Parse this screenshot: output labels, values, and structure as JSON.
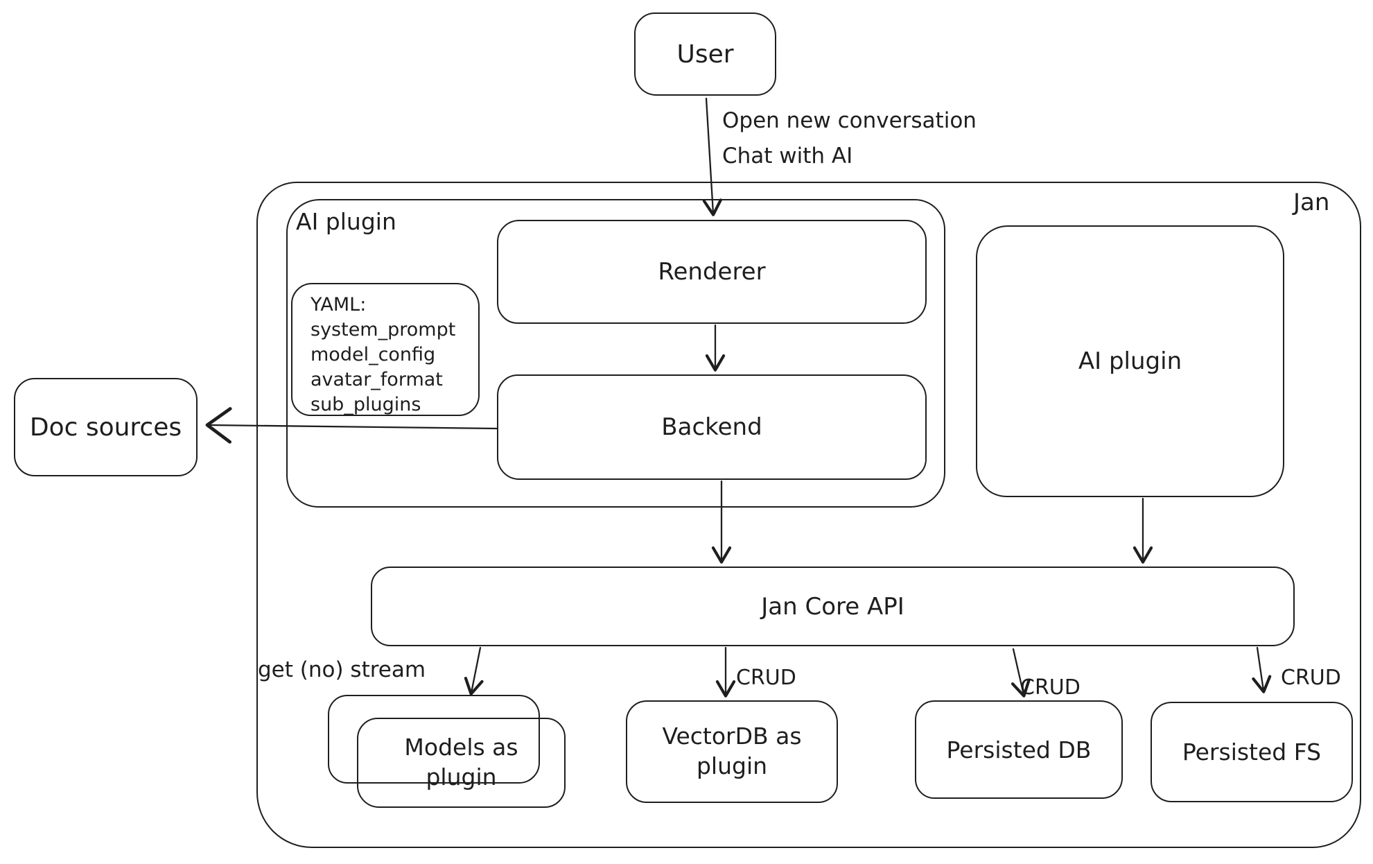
{
  "diagram": {
    "nodes": {
      "user": {
        "label": "User"
      },
      "jan": {
        "label": "Jan"
      },
      "ai_plugin_container": {
        "label": "AI plugin"
      },
      "yaml_note": {
        "title": "YAML:",
        "lines": [
          "system_prompt",
          "model_config",
          "avatar_format",
          "sub_plugins"
        ]
      },
      "renderer": {
        "label": "Renderer"
      },
      "backend": {
        "label": "Backend"
      },
      "ai_plugin_box": {
        "label": "AI plugin"
      },
      "doc_sources": {
        "label": "Doc sources"
      },
      "jan_core_api": {
        "label": "Jan Core API"
      },
      "models_plugin": {
        "line1": "Models as",
        "line2": "plugin"
      },
      "vectordb_plugin": {
        "line1": "VectorDB as",
        "line2": "plugin"
      },
      "persisted_db": {
        "label": "Persisted DB"
      },
      "persisted_fs": {
        "label": "Persisted FS"
      }
    },
    "edge_labels": {
      "user_to_renderer_line1": "Open new conversation",
      "user_to_renderer_line2": "Chat with AI",
      "get_no_stream": "get (no) stream",
      "crud_vectordb": "CRUD",
      "crud_persisted_db": "CRUD",
      "crud_persisted_fs": "CRUD"
    },
    "colors": {
      "stroke": "#1e1e1e",
      "background": "#ffffff"
    }
  }
}
